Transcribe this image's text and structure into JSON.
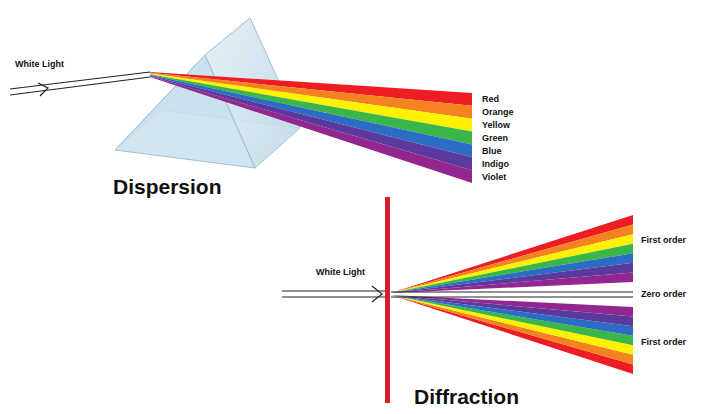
{
  "diagram": {
    "labels": [
      "White Light",
      "Red",
      "Orange",
      "Yellow",
      "Green",
      "Blue",
      "Indigo",
      "Violet",
      "Dispersion",
      "White Light",
      "First order",
      "Zero order",
      "First order",
      "Diffraction"
    ]
  }
}
